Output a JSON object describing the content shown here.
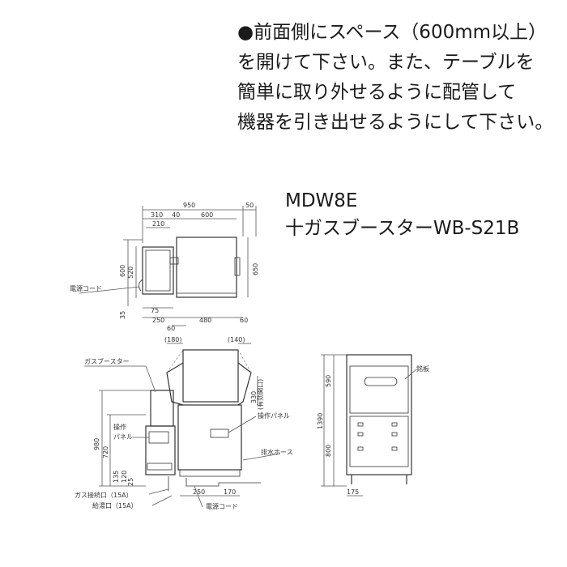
{
  "note": {
    "lines": [
      "●前面側にスペース（600mm以上）",
      "を開けて下さい。また、テーブルを",
      "簡単に取り外せるように配管して",
      "機器を引き出せるようにして下さい。"
    ]
  },
  "model": {
    "name": "MDW8E",
    "booster": "十ガスブースターWB-S21B"
  },
  "top_view": {
    "dims": {
      "total_width": "950",
      "right_gap": "50",
      "booster_width": "310",
      "gap_40": "40",
      "unit_width": "600",
      "booster_inner": "210",
      "depth_600": "600",
      "depth_520": "520",
      "depth_650": "650",
      "offset_35": "35",
      "offset_75": "75",
      "base_250": "250",
      "base_480": "480",
      "left_60": "60",
      "right_60": "60"
    },
    "labels": {
      "power_cord": "電源コード"
    }
  },
  "front_view": {
    "dims": {
      "left_clear": "(180)",
      "right_clear": "(140)",
      "door_330": "330",
      "door_note": "(有効開口)",
      "height_980": "980",
      "height_720": "720",
      "low_135": "135",
      "low_120": "120",
      "low_25": "25",
      "base_250": "250",
      "base_170": "170"
    },
    "labels": {
      "gas_booster": "ガスブースター",
      "op_panel_left": "操作\nパネル",
      "op_panel_right": "操作パネル",
      "drain_hose": "排水ホース",
      "gas_inlet": "ガス接続口（15A）",
      "water_inlet": "給湯口（15A）",
      "power_cord": "電源コード"
    }
  },
  "side_view": {
    "dims": {
      "top_590": "590",
      "total_1390": "1390",
      "bottom_800": "800",
      "base_175": "175"
    },
    "labels": {
      "tag": "銘板"
    }
  }
}
